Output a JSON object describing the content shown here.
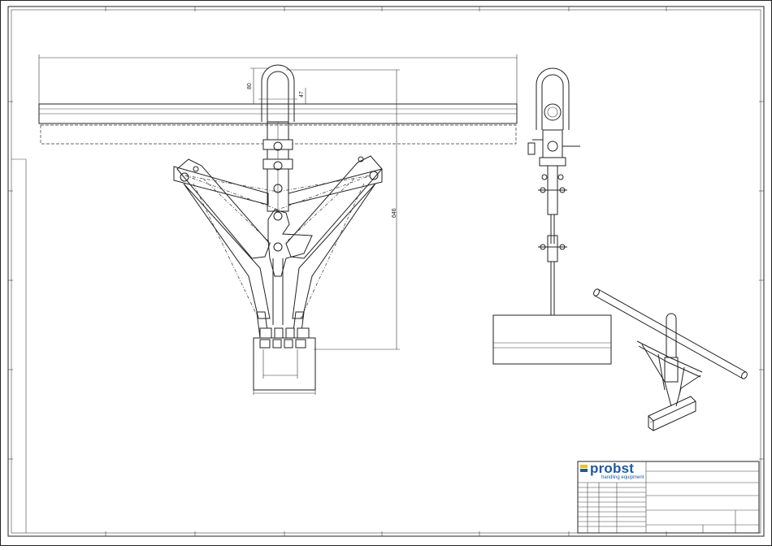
{
  "drawing": {
    "dimensions": {
      "overall_height": "646",
      "bail_height": "80",
      "bail_offset": "47"
    }
  },
  "title_block": {
    "brand": "probst",
    "tagline": "handling equipment"
  },
  "colors": {
    "brand_blue": "#1b5aa6",
    "brand_yellow": "#f2c200",
    "line": "#222222"
  }
}
